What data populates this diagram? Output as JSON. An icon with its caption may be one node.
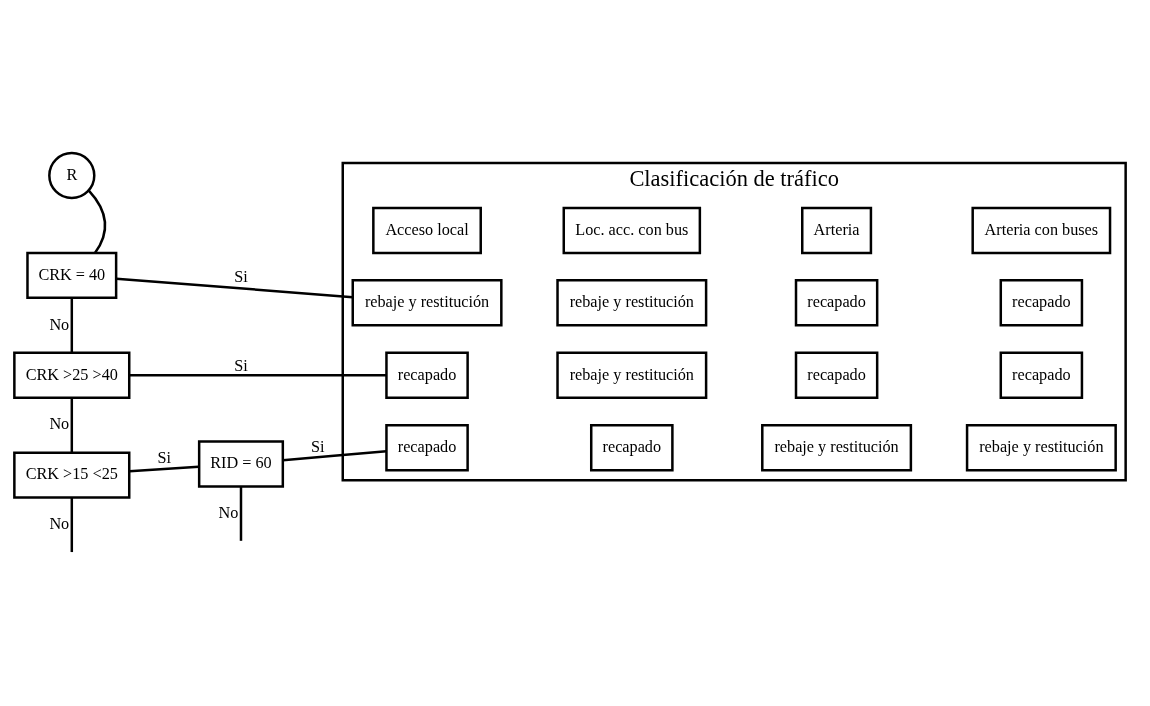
{
  "diagram": {
    "nodes": [
      {
        "text": [
          "R"
        ]
      },
      {
        "text": [
          "CRK = 40"
        ]
      },
      {
        "text": [
          "CRK >25 >40"
        ]
      },
      {
        "text": [
          "CRK >15 <25"
        ]
      },
      {
        "text": [
          "RID = 60"
        ]
      },
      {
        "text": [
          "Clasificación de tráfico"
        ]
      },
      {
        "text": [
          "Acceso local"
        ],
        "in": 5
      },
      {
        "text": [
          "Loc. acc. con bus"
        ],
        "in": 5
      },
      {
        "text": [
          "Arteria"
        ],
        "in": 5
      },
      {
        "text": [
          "Arteria con buses"
        ],
        "in": 5
      },
      {
        "text": [
          "rebaje y restitución"
        ],
        "in": 5
      },
      {
        "text": [
          "rebaje y restitución"
        ],
        "in": 5
      },
      {
        "text": [
          "recapado"
        ],
        "in": 5
      },
      {
        "text": [
          "recapado"
        ],
        "in": 5
      },
      {
        "text": [
          "recapado"
        ],
        "in": 5
      },
      {
        "text": [
          "rebaje y restitución"
        ],
        "in": 5
      },
      {
        "text": [
          "recapado"
        ],
        "in": 5
      },
      {
        "text": [
          "recapado"
        ],
        "in": 5
      },
      {
        "text": [
          "recapado"
        ],
        "in": 5
      },
      {
        "text": [
          "recapado"
        ],
        "in": 5
      },
      {
        "text": [
          "rebaje y restitución"
        ],
        "in": 5
      },
      {
        "text": [
          "rebaje y restitución"
        ],
        "in": 5
      }
    ],
    "edges": [
      {
        "from": 0,
        "to": 1,
        "arrow": "none"
      },
      {
        "from": 1,
        "to": 10,
        "label": "Si",
        "arrow": "none"
      },
      {
        "from": 1,
        "to": 2,
        "label": "No",
        "arrow": "none"
      },
      {
        "from": 2,
        "to": 14,
        "label": "Si",
        "arrow": "none"
      },
      {
        "from": 2,
        "to": 3,
        "label": "No",
        "arrow": "none"
      },
      {
        "from": 3,
        "to": 4,
        "label": "Si",
        "arrow": "none"
      },
      {
        "from": 4,
        "to": 18,
        "label": "Si",
        "arrow": "none"
      },
      {
        "from": 3,
        "to": null,
        "label": "No",
        "arrow": "none"
      },
      {
        "from": 4,
        "to": null,
        "label": "No",
        "arrow": "none"
      }
    ]
  }
}
